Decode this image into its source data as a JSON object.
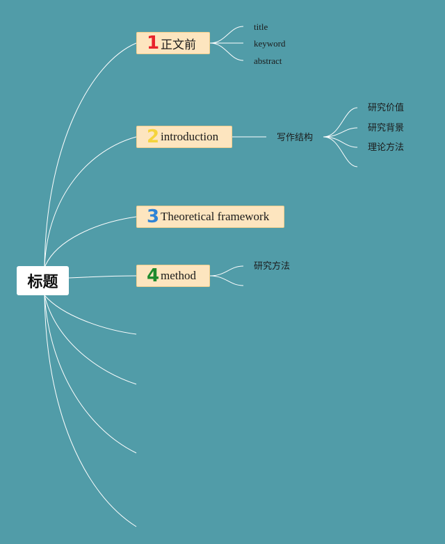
{
  "root": {
    "label": "标题"
  },
  "branches": [
    {
      "number": "1",
      "number_color": "#e8232b",
      "label": "正文前"
    },
    {
      "number": "2",
      "number_color": "#f5d33b",
      "label": "introduction"
    },
    {
      "number": "3",
      "number_color": "#2f84d6",
      "label": "Theoretical framework"
    },
    {
      "number": "4",
      "number_color": "#1e8a2c",
      "label": "method"
    }
  ],
  "branch1_children": [
    "title",
    "keyword",
    "abstract"
  ],
  "branch2_child": "写作结构",
  "branch2_grandchildren": [
    "研究价值",
    "研究背景",
    "理论方法",
    ""
  ],
  "branch4_children": [
    "研究方法",
    ""
  ],
  "empty_branches": 4,
  "colors": {
    "background": "#519ca8",
    "branch_fill": "#fde5bf",
    "root_fill": "#ffffff",
    "lines": "#ffffff"
  }
}
